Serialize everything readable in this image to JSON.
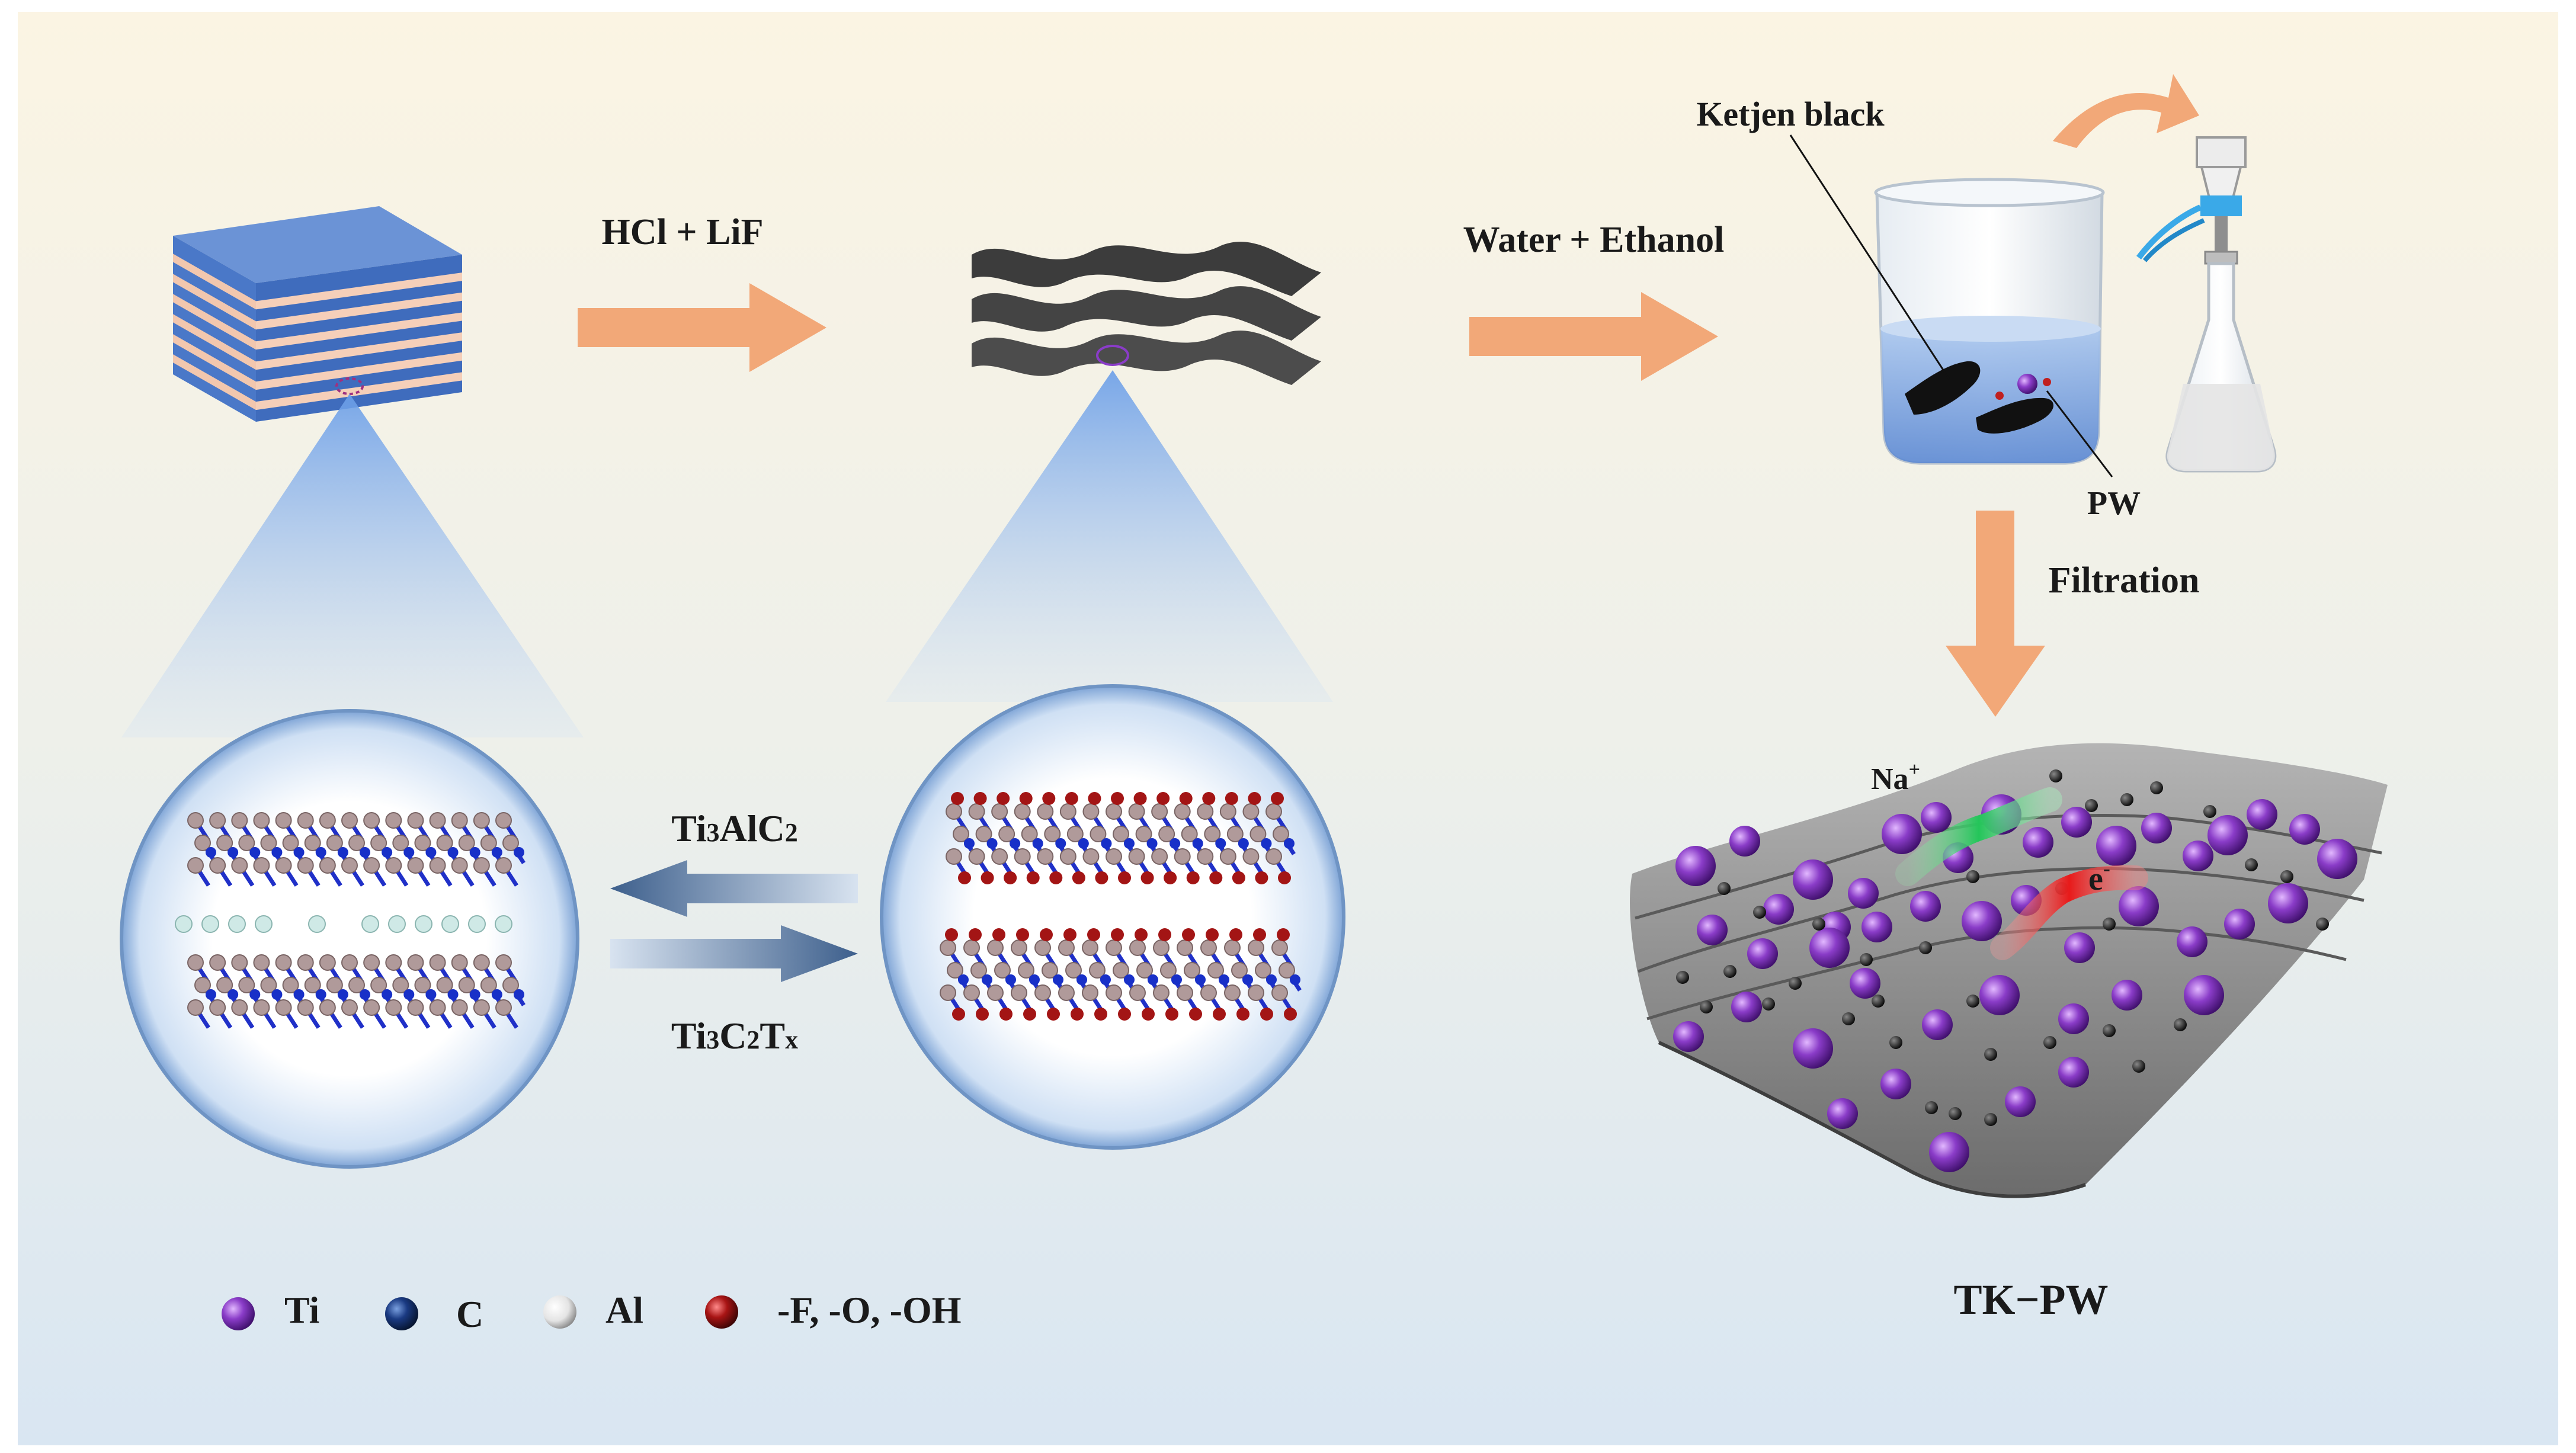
{
  "labels": {
    "step1": "HCl + LiF",
    "step2": "Water + Ethanol",
    "ketjen": "Ketjen black",
    "pw": "PW",
    "filtration": "Filtration",
    "na": "Na",
    "na_sup": "+",
    "electron": "e",
    "electron_sup": "-",
    "product": "TK−PW",
    "max_sub_main": "Ti",
    "max_sub_n": "3",
    "max_sub_mid": "AlC",
    "max_sub_n2": "2",
    "mxene_main": "Ti",
    "mxene_n": "3",
    "mxene_mid": "C",
    "mxene_n2": "2",
    "mxene_t": "T",
    "mxene_x": "x"
  },
  "legend": [
    {
      "label": "Ti",
      "color": "#7b2fb8"
    },
    {
      "label": "C",
      "color": "#13306b"
    },
    {
      "label": "Al",
      "color": "#e8e8e8"
    },
    {
      "label": "-F, -O, -OH",
      "color": "#9a1111"
    }
  ],
  "colors": {
    "arrow": "#f2a878",
    "max_blue": "#4a78c8",
    "max_stripe": "#f2c7ae",
    "sheet": "#454545",
    "ti": "#7b2fb8",
    "carbon": "#1830c8",
    "al": "#cfe9e6",
    "terminal": "#a31515",
    "ti_atom_grey": "#b09a9a"
  }
}
